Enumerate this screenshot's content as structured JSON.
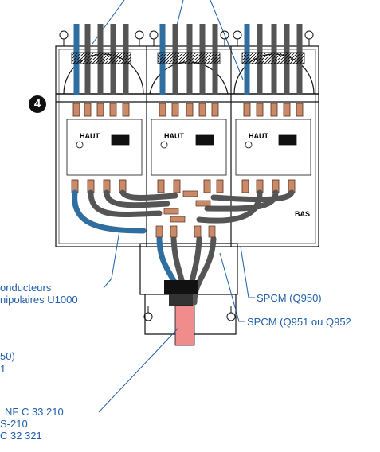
{
  "step_number": "4",
  "module_label": "HAUT",
  "module_label_bottom": "BAS",
  "callouts": {
    "conductors_line1": "onducteurs",
    "conductors_line2": "nipolaires U1000",
    "spcm_q950": "SPCM (Q950)",
    "spcm_q951": "SPCM (Q951 ou Q952"
  },
  "left_notes": {
    "line1": "50)",
    "line2": "1",
    "line3": "NF C 33 210",
    "line4": "S-210",
    "line5": "C 32 321"
  },
  "colors": {
    "blue_cable": "#2f6e9e",
    "gray_cable": "#5a5a5a",
    "copper": "#c98a6a",
    "pink_sleeve": "#f08c8c",
    "callout_text": "#1f5faa"
  }
}
